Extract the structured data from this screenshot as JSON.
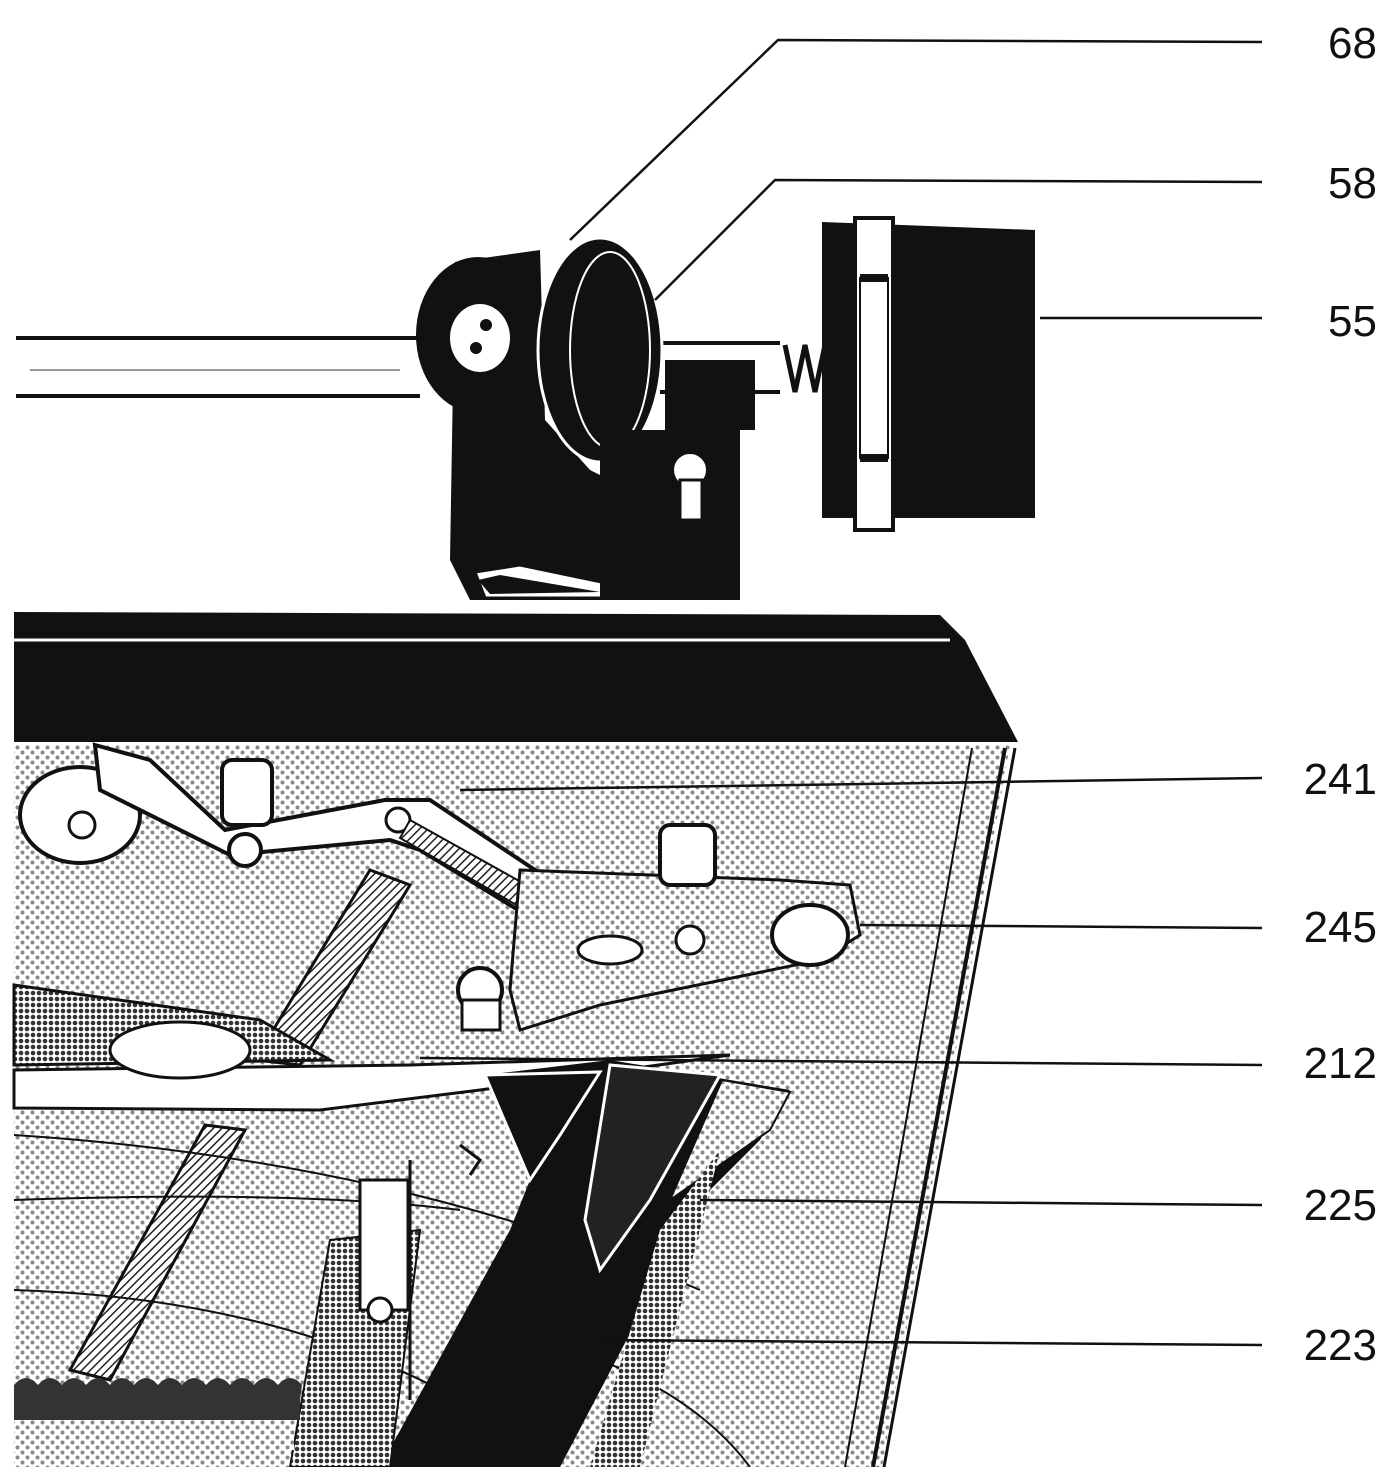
{
  "diagram": {
    "callouts": [
      {
        "id": "c68",
        "label": "68"
      },
      {
        "id": "c58",
        "label": "58"
      },
      {
        "id": "c55",
        "label": "55"
      },
      {
        "id": "c241",
        "label": "241"
      },
      {
        "id": "c245",
        "label": "245"
      },
      {
        "id": "c212",
        "label": "212"
      },
      {
        "id": "c225",
        "label": "225"
      },
      {
        "id": "c223",
        "label": "223"
      }
    ],
    "colors": {
      "ink": "#111111",
      "paper": "#ffffff",
      "halftone": "#8a8a8a"
    }
  }
}
